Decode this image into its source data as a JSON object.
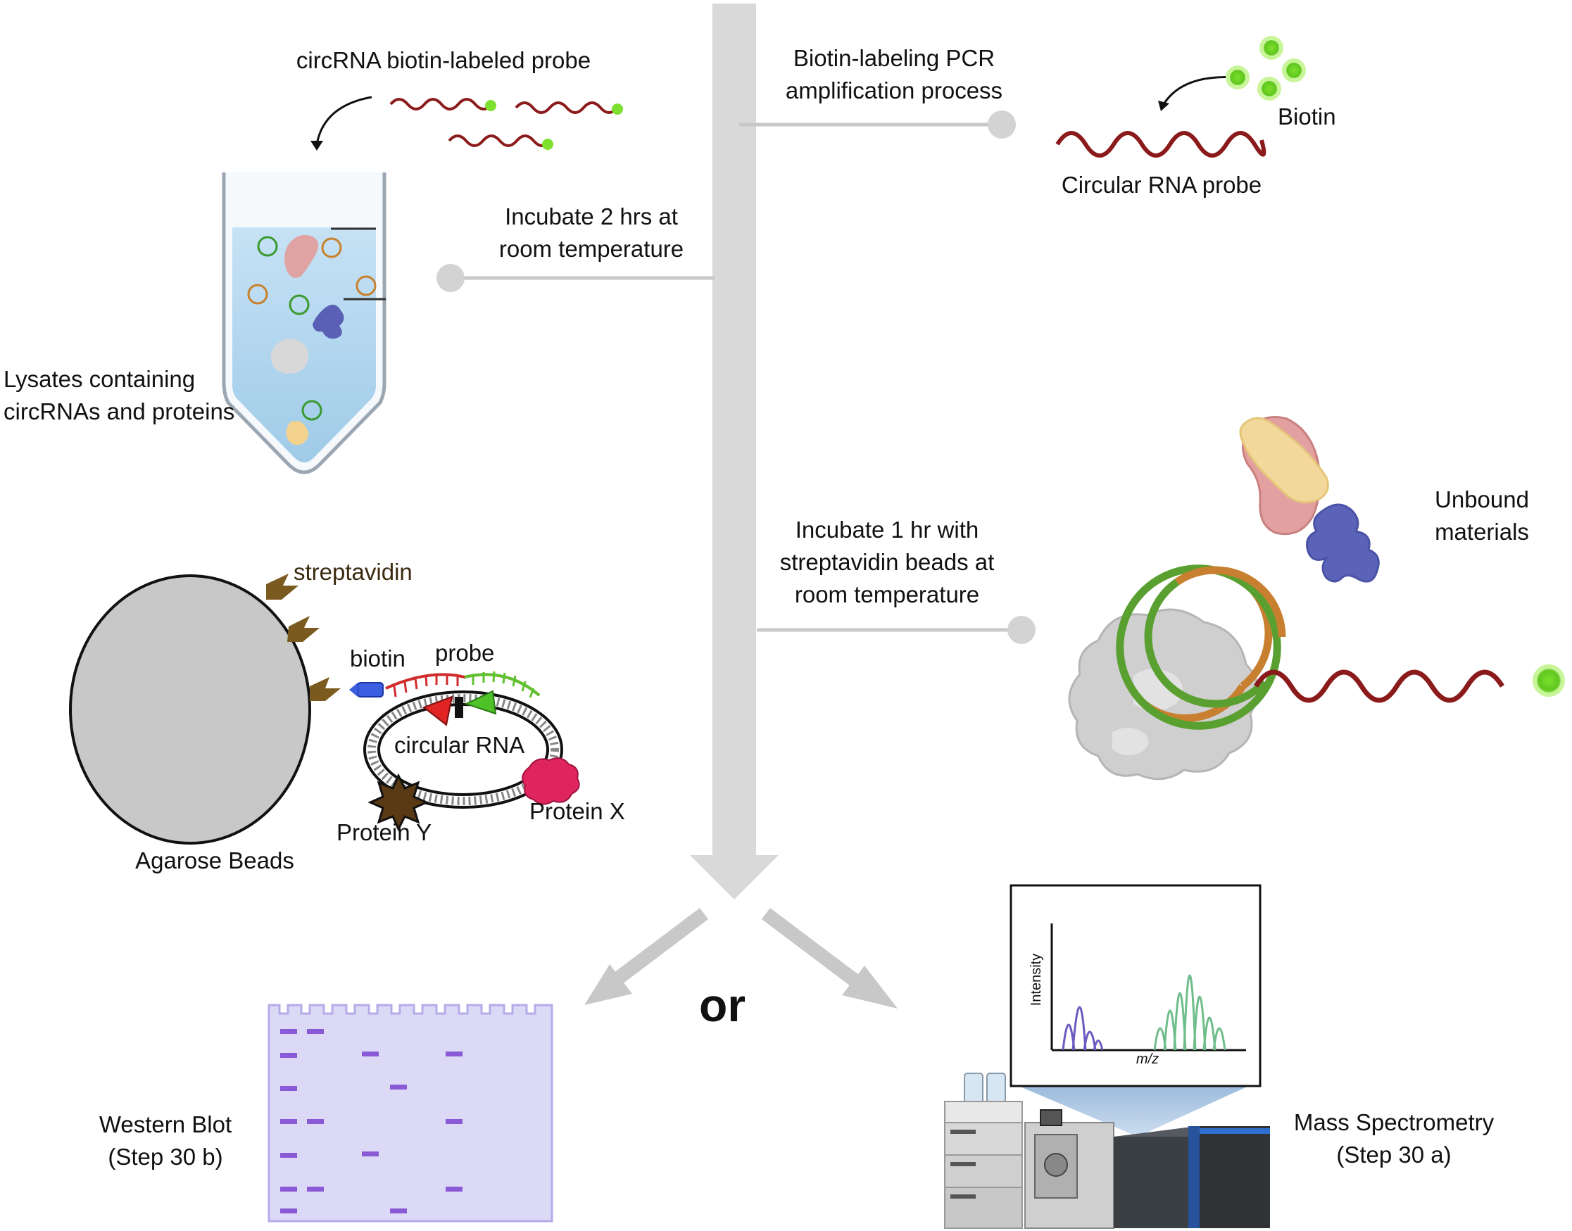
{
  "labels": {
    "probe_title": "circRNA biotin-labeled probe",
    "pcr_line1": "Biotin-labeling PCR",
    "pcr_line2": "amplification process",
    "biotin": "Biotin",
    "circ_probe": "Circular RNA probe",
    "incubate2_line1": "Incubate 2 hrs at",
    "incubate2_line2": "room temperature",
    "lysates_line1": "Lysates containing",
    "lysates_line2": "circRNAs and proteins",
    "unbound_line1": "Unbound",
    "unbound_line2": "materials",
    "incubate1_line1": "Incubate 1 hr with",
    "incubate1_line2": "streptavidin beads at",
    "incubate1_line3": "room temperature",
    "streptavidin": "streptavidin",
    "biotin_small": "biotin",
    "probe": "probe",
    "circular_rna": "circular RNA",
    "protein_x": "Protein X",
    "protein_y": "Protein Y",
    "agarose": "Agarose Beads",
    "or": "or",
    "western_line1": "Western Blot",
    "western_line2": "(Step 30 b)",
    "mass_line1": "Mass Spectrometry",
    "mass_line2": "(Step 30 a)",
    "ms_ylabel": "Intensity",
    "ms_xlabel": "m/z"
  },
  "colors": {
    "flow_arrow": "#d9d9d9",
    "probe_red": "#8b1a1a",
    "biotin_green": "#7ee02e",
    "tube_liquid": "#b9d9ef",
    "bead_grey": "#c8c8c8",
    "blot_fill": "#dcd9f7",
    "band_purple": "#8a5ad6"
  }
}
